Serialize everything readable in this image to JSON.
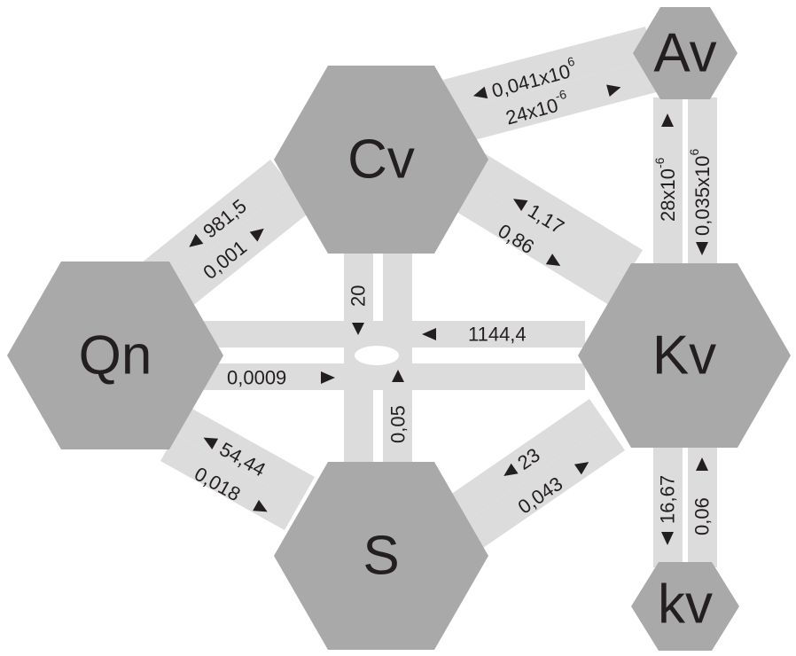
{
  "nodes": {
    "cv": {
      "label": "Cv"
    },
    "qn": {
      "label": "Qn"
    },
    "kv_big": {
      "label": "Kv"
    },
    "s": {
      "label": "S"
    },
    "av": {
      "label": "Av"
    },
    "kv_small": {
      "label": "kv"
    }
  },
  "rates": {
    "cv_av_top": {
      "base": "0,041x10",
      "exp": "6"
    },
    "cv_av_bottom": {
      "base": "24x10",
      "exp": "-6"
    },
    "av_kv_left": {
      "base": "28x10",
      "exp": "-6"
    },
    "av_kv_right": {
      "base": "0,035x10",
      "exp": "6"
    },
    "cv_qn_top": "981,5",
    "cv_qn_bottom": "0,001",
    "cv_kv_top": "1,17",
    "cv_kv_bottom": "0,86",
    "cv_hub": "20",
    "kv_hub": "1144,4",
    "qn_hub": "0,0009",
    "s_hub": "0,05",
    "qn_s_top": "54,44",
    "qn_s_bottom": "0,018",
    "s_kv_top": "23",
    "s_kv_bottom": "0,043",
    "kv_kv_left": "16,67",
    "kv_kv_right": "0,06"
  }
}
